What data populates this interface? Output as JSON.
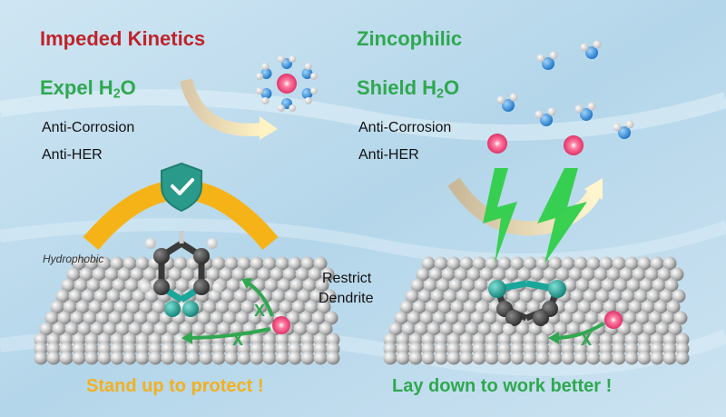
{
  "left": {
    "title": "Impeded Kinetics",
    "subtitle_main": "Expel H",
    "subtitle_sub": "2",
    "subtitle_end": "O",
    "line1": "Anti-Corrosion",
    "line2": "Anti-HER",
    "surface_label": "Hydrophobic",
    "caption": "Stand up to protect !"
  },
  "middle": {
    "label_line1": "Restrict",
    "label_line2": "Dendrite"
  },
  "right": {
    "title": "Zincophilic",
    "subtitle_main": "Shield H",
    "subtitle_sub": "2",
    "subtitle_end": "O",
    "line1": "Anti-Corrosion",
    "line2": "Anti-HER",
    "caption": "Lay down to work better !"
  },
  "marks": {
    "blocked": "X"
  },
  "colors": {
    "red_title": "#c0232a",
    "green_text": "#2fa84f",
    "yellow_text": "#f2b01f",
    "zinc_ion": "#f04d7a",
    "nitrogen": "#1aa69a",
    "water_oxygen": "#2b8fd6",
    "shield": "#2a9a8a",
    "lightning": "#2fcf4a"
  }
}
